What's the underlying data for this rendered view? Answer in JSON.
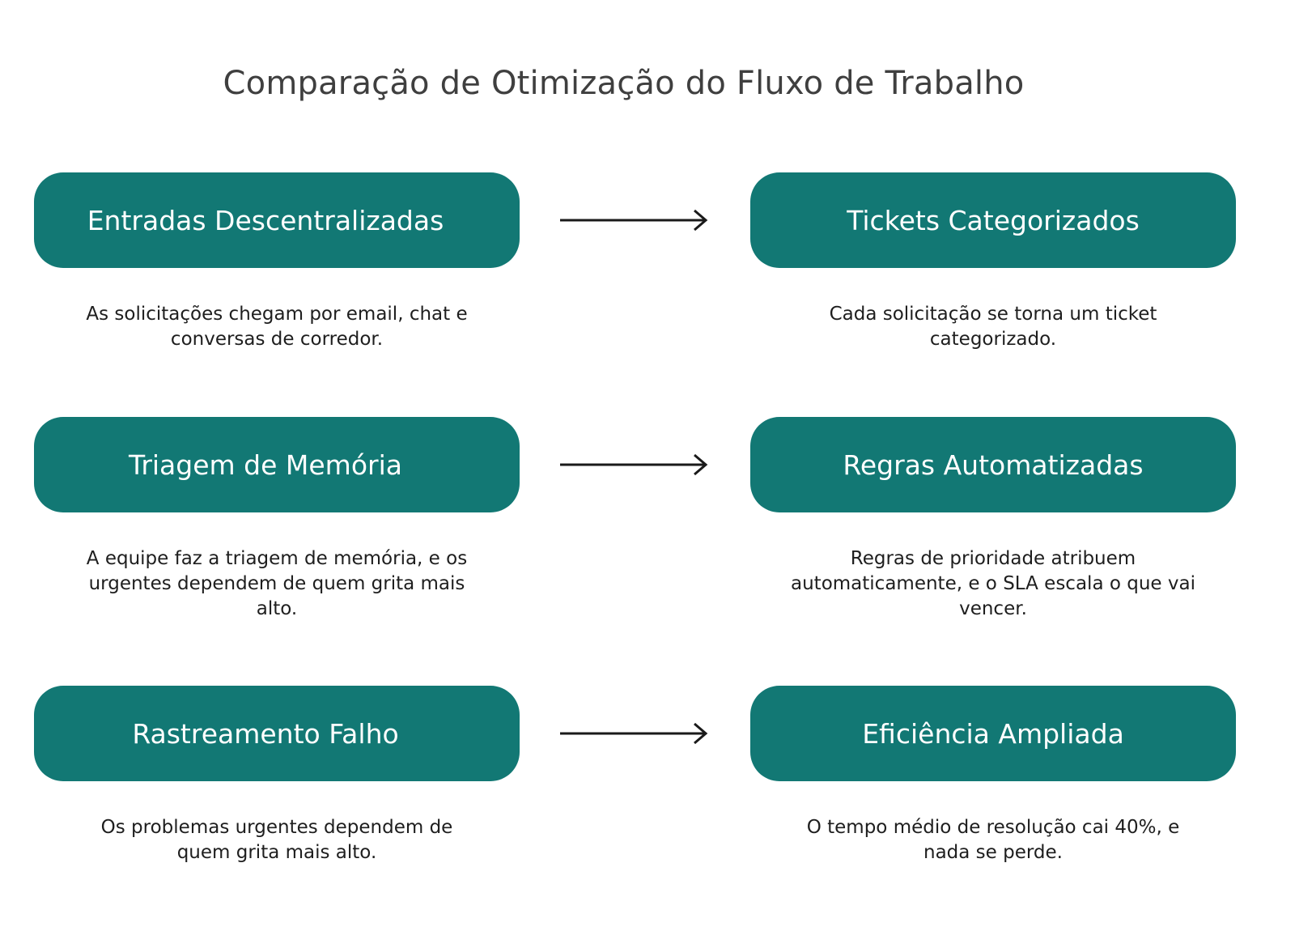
{
  "title": "Comparação de Otimização do Fluxo de Trabalho",
  "colors": {
    "box_fill": "#127874",
    "box_text": "#ffffff",
    "arrow": "#1a1a1a"
  },
  "rows": [
    {
      "before": {
        "label": "Entradas Descentralizadas",
        "description": "As solicitações chegam por email, chat e conversas de corredor."
      },
      "after": {
        "label": "Tickets Categorizados",
        "description": "Cada solicitação se torna um ticket categorizado."
      }
    },
    {
      "before": {
        "label": "Triagem de Memória",
        "description": "A equipe faz a triagem de memória, e os urgentes dependem de quem grita mais alto."
      },
      "after": {
        "label": "Regras Automatizadas",
        "description": "Regras de prioridade atribuem automaticamente, e o SLA escala o que vai vencer."
      }
    },
    {
      "before": {
        "label": "Rastreamento Falho",
        "description": "Os problemas urgentes dependem de quem grita mais alto."
      },
      "after": {
        "label": "Eficiência Ampliada",
        "description": "O tempo médio de resolução cai 40%, e nada se perde."
      }
    }
  ]
}
